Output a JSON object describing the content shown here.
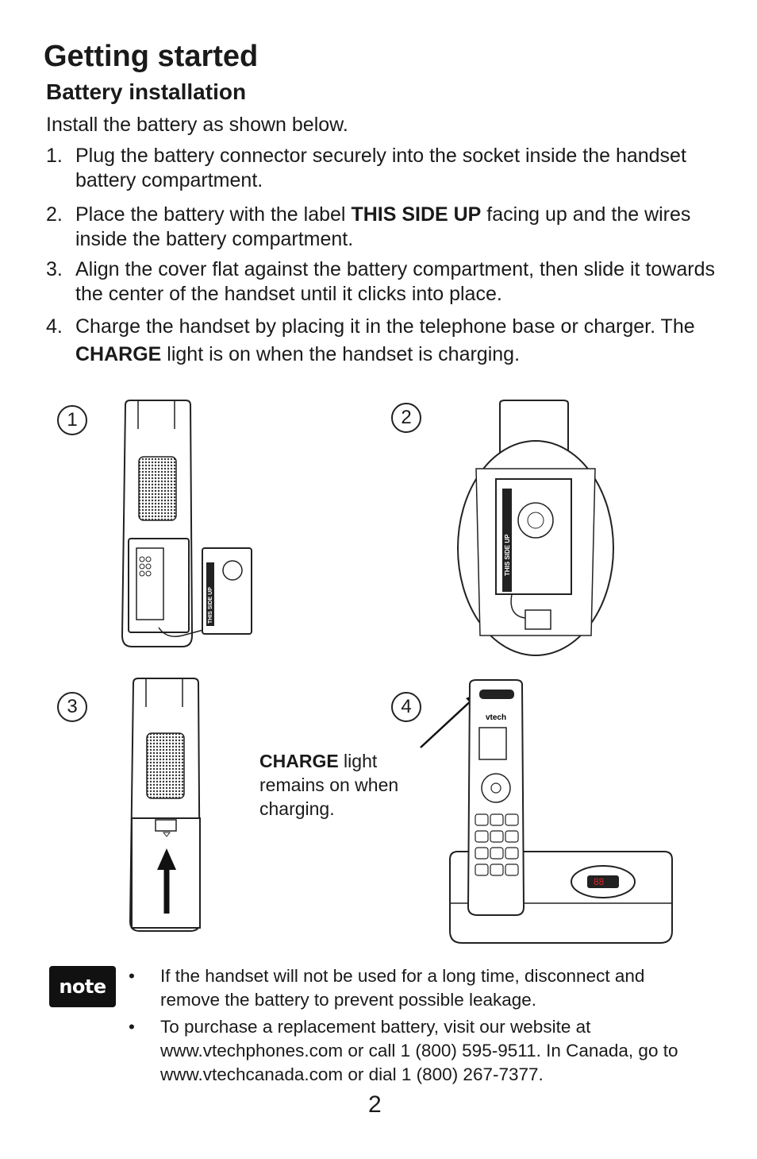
{
  "heading": "Getting started",
  "subheading": "Battery installation",
  "intro": "Install the battery as shown below.",
  "steps": [
    {
      "num": "1.",
      "pre": "Plug the battery connector securely into the socket inside the handset battery compartment.",
      "bold": "",
      "post": ""
    },
    {
      "num": "2.",
      "pre": "Place the battery with the label ",
      "bold": "THIS SIDE UP",
      "post": " facing up and the wires inside the battery compartment."
    },
    {
      "num": "3.",
      "pre": "Align the cover flat against the battery compartment, then slide it towards the center of the handset until it clicks into place.",
      "bold": "",
      "post": ""
    },
    {
      "num": "4.",
      "pre": "Charge the handset by placing it in the telephone base or charger. The ",
      "bold": "CHARGE",
      "post": " light is on when the handset is charging."
    }
  ],
  "figures": {
    "labels": [
      "1",
      "2",
      "3",
      "4"
    ],
    "battery_label": "THIS SIDE UP",
    "brand": "vtech",
    "charge_caption_bold": "CHARGE",
    "charge_caption_rest": " light remains on when charging."
  },
  "note": {
    "badge": "note",
    "bullets": [
      "If the handset will not be used for a long time, disconnect and remove the battery to prevent possible leakage.",
      "To purchase a replacement battery, visit our website at www.vtechphones.com or call 1 (800) 595-9511. In Canada, go to www.vtechcanada.com or dial 1 (800) 267-7377."
    ]
  },
  "page_number": "2"
}
